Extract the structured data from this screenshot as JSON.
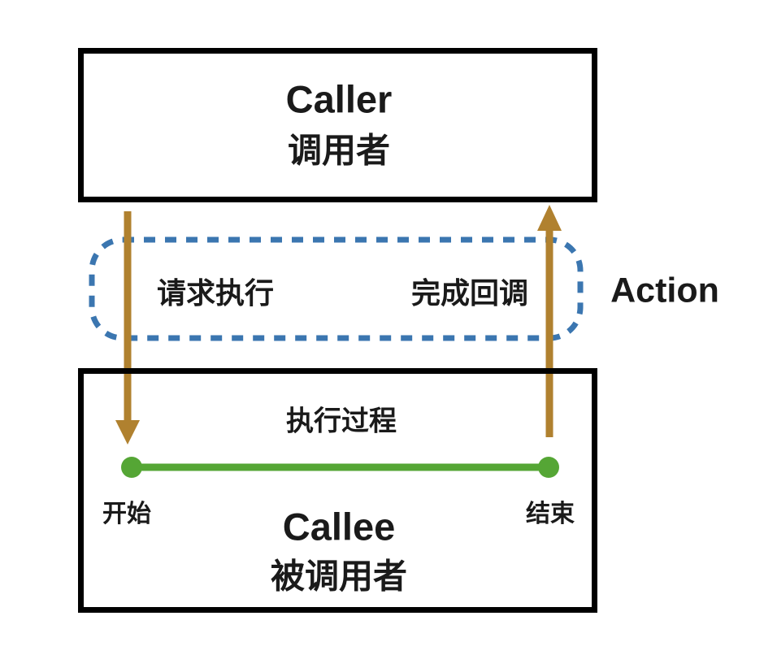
{
  "diagram": {
    "caller_box": {
      "title_en": "Caller",
      "title_zh": "调用者"
    },
    "action_box": {
      "request_label": "请求执行",
      "callback_label": "完成回调",
      "side_label": "Action"
    },
    "callee_box": {
      "process_label": "执行过程",
      "start_label": "开始",
      "end_label": "结束",
      "title_en": "Callee",
      "title_zh": "被调用者"
    },
    "colors": {
      "box_border": "#000000",
      "dashed_border": "#3b76b0",
      "arrow": "#b0812f",
      "timeline": "#55a635"
    }
  }
}
